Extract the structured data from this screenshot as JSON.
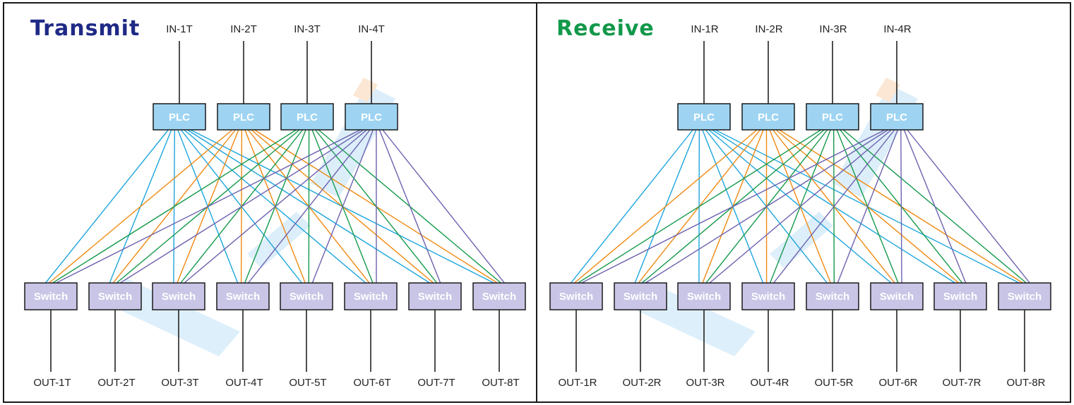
{
  "colors": {
    "frame": "#1a1a1a",
    "plc_fill": "#9ed4f2",
    "switch_fill": "#c9c5e6",
    "wire": "#222222",
    "watermark": "#d7ecfa",
    "watermark_accent": "#fbe3cc"
  },
  "panels": [
    {
      "title": "Transmit",
      "title_color": "#1f2a86",
      "node_label_plc": "PLC",
      "node_label_switch": "Switch",
      "inputs": [
        "IN-1T",
        "IN-2T",
        "IN-3T",
        "IN-4T"
      ],
      "outputs": [
        "OUT-1T",
        "OUT-2T",
        "OUT-3T",
        "OUT-4T",
        "OUT-5T",
        "OUT-6T",
        "OUT-7T",
        "OUT-8T"
      ]
    },
    {
      "title": "Receive",
      "title_color": "#12984a",
      "node_label_plc": "PLC",
      "node_label_switch": "Switch",
      "inputs": [
        "IN-1R",
        "IN-2R",
        "IN-3R",
        "IN-4R"
      ],
      "outputs": [
        "OUT-1R",
        "OUT-2R",
        "OUT-3R",
        "OUT-4R",
        "OUT-5R",
        "OUT-6R",
        "OUT-7R",
        "OUT-8R"
      ]
    }
  ],
  "link_colors": [
    "#1ea6dc",
    "#ef8a12",
    "#159a4c",
    "#6d62b0"
  ]
}
